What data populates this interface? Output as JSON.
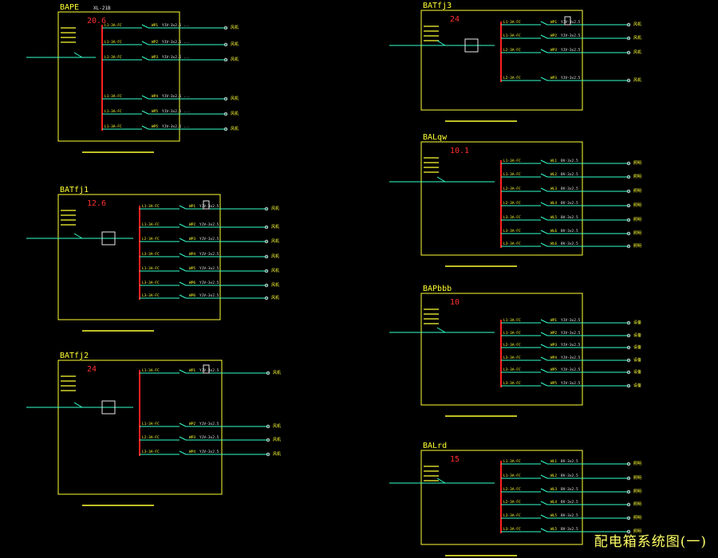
{
  "sheet_title": "配电箱系统图(一)",
  "colors": {
    "background": "#000000",
    "frame": "#ffff33",
    "bus": "#ff2020",
    "feeder": "#33ffcc",
    "label": "#ffff33",
    "text": "#e8e8e8",
    "number": "#ff3030",
    "component": "#ff44ff"
  },
  "panels": [
    {
      "id": "BAPE",
      "name": "BAPE",
      "subtitle": "XL-21B",
      "number": "20.6",
      "caption": "",
      "circuits": [
        {
          "id": "WP1",
          "breaker": "L1-3A-FC",
          "cable": "YJV-3x2.5 ...",
          "target": "风机"
        },
        {
          "id": "WP2",
          "breaker": "L1-3A-FC",
          "cable": "YJV-3x2.5 ...",
          "target": "风机"
        },
        {
          "id": "WP3",
          "breaker": "L1-3A-FC",
          "cable": "YJV-3x2.5 ...",
          "target": "风机"
        },
        {
          "id": "WP4",
          "breaker": "L1-3A-FC",
          "cable": "YJV-3x2.5 ...",
          "target": "风机"
        },
        {
          "id": "WP5",
          "breaker": "L1-3A-FC",
          "cable": "YJV-3x2.5 ...",
          "target": "风机"
        }
      ]
    },
    {
      "id": "BAPf1",
      "name": "BATfj1",
      "subtitle": "",
      "number": "12.6",
      "caption": "",
      "circuits": [
        {
          "id": "WP1",
          "breaker": "L1-3A-FC",
          "cable": "YJV-3x2.5",
          "target": "风机"
        },
        {
          "id": "WP2",
          "breaker": "L1-3A-FC",
          "cable": "YJV-3x2.5",
          "target": "风机"
        },
        {
          "id": "WP3",
          "breaker": "L2-3A-FC",
          "cable": "YJV-3x2.5",
          "target": "风机"
        },
        {
          "id": "WP4",
          "breaker": "L3-3A-FC",
          "cable": "YJV-3x2.5",
          "target": "风机"
        },
        {
          "id": "WP5",
          "breaker": "L1-3A-FC",
          "cable": "YJV-3x2.5",
          "target": "风机"
        },
        {
          "id": "WP6",
          "breaker": "L3-3A-FC",
          "cable": "YJV-3x2.5",
          "target": "风机"
        }
      ]
    },
    {
      "id": "BAPf2",
      "name": "BATfj2",
      "subtitle": "",
      "number": "24",
      "caption": "",
      "circuits": [
        {
          "id": "WP1",
          "breaker": "L1-3A-FC",
          "cable": "YJV-3x2.5",
          "target": "风机"
        },
        {
          "id": "WP2",
          "breaker": "L1-3A-FC",
          "cable": "YJV-3x2.5",
          "target": "风机"
        },
        {
          "id": "WP3",
          "breaker": "L2-3A-FC",
          "cable": "YJV-3x2.5",
          "target": "风机"
        },
        {
          "id": "WP4",
          "breaker": "L3-3A-FC",
          "cable": "YJV-3x2.5",
          "target": "风机"
        }
      ]
    },
    {
      "id": "BAPf3",
      "name": "BATfj3",
      "subtitle": "",
      "number": "24",
      "caption": "",
      "circuits": [
        {
          "id": "WP1",
          "breaker": "L1-3A-FC",
          "cable": "YJV-3x2.5",
          "target": "风机"
        },
        {
          "id": "WP2",
          "breaker": "L1-3A-FC",
          "cable": "YJV-3x2.5",
          "target": "风机"
        },
        {
          "id": "WP3",
          "breaker": "L2-3A-FC",
          "cable": "YJV-3x2.5",
          "target": "风机"
        }
      ]
    },
    {
      "id": "BALqw",
      "name": "BALqw",
      "subtitle": "",
      "number": "10.1",
      "caption": "",
      "circuits": [
        {
          "id": "WL1",
          "breaker": "L1-3A-FC",
          "cable": "BV-3x2.5",
          "target": "照明"
        },
        {
          "id": "WL2",
          "breaker": "L1-3A-FC",
          "cable": "BV-3x2.5",
          "target": "照明"
        },
        {
          "id": "WL3",
          "breaker": "L2-3A-FC",
          "cable": "BV-3x2.5",
          "target": "照明"
        },
        {
          "id": "WL4",
          "breaker": "L2-3A-FC",
          "cable": "BV-3x2.5",
          "target": "照明"
        },
        {
          "id": "WL5",
          "breaker": "L3-3A-FC",
          "cable": "BV-3x2.5",
          "target": "照明"
        },
        {
          "id": "WL6",
          "breaker": "L3-3A-FC",
          "cable": "BV-3x2.5",
          "target": "照明"
        }
      ]
    },
    {
      "id": "BAPbbb",
      "name": "BAPbbb",
      "subtitle": "",
      "number": "10",
      "caption": "",
      "circuits": [
        {
          "id": "WP1",
          "breaker": "L1-3A-FC",
          "cable": "YJV-3x2.5",
          "target": "设备"
        },
        {
          "id": "WP2",
          "breaker": "L1-3A-FC",
          "cable": "YJV-3x2.5",
          "target": "设备"
        },
        {
          "id": "WP3",
          "breaker": "L2-3A-FC",
          "cable": "YJV-3x2.5",
          "target": "设备"
        },
        {
          "id": "WP4",
          "breaker": "L3-3A-FC",
          "cable": "YJV-3x2.5",
          "target": "设备"
        },
        {
          "id": "WP5",
          "breaker": "L3-3A-FC",
          "cable": "YJV-3x2.5",
          "target": "设备"
        }
      ]
    },
    {
      "id": "BALrd",
      "name": "BALrd",
      "subtitle": "",
      "number": "15",
      "caption": "",
      "circuits": [
        {
          "id": "WL1",
          "breaker": "L1-3A-FC",
          "cable": "BV-3x2.5",
          "target": "照明"
        },
        {
          "id": "WL2",
          "breaker": "L1-3A-FC",
          "cable": "BV-3x2.5",
          "target": "照明"
        },
        {
          "id": "WL3",
          "breaker": "L2-3A-FC",
          "cable": "BV-3x2.5",
          "target": "照明"
        },
        {
          "id": "WL4",
          "breaker": "L2-3A-FC",
          "cable": "BV-3x2.5",
          "target": "照明"
        },
        {
          "id": "WL5",
          "breaker": "L3-3A-FC",
          "cable": "BV-3x2.5",
          "target": "照明"
        }
      ]
    }
  ]
}
